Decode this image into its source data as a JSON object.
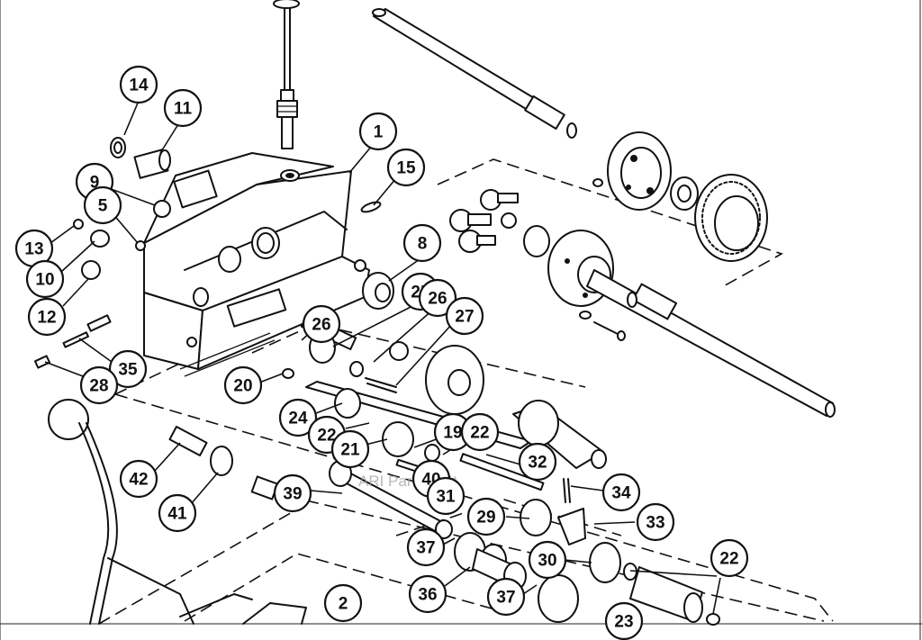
{
  "diagram": {
    "watermark": "ARI PartSmart",
    "border_color": "#111111",
    "callouts": [
      {
        "id": "c14",
        "label": "14"
      },
      {
        "id": "c11",
        "label": "11"
      },
      {
        "id": "c1",
        "label": "1"
      },
      {
        "id": "c15",
        "label": "15"
      },
      {
        "id": "c9",
        "label": "9"
      },
      {
        "id": "c5",
        "label": "5"
      },
      {
        "id": "c13",
        "label": "13"
      },
      {
        "id": "c10",
        "label": "10"
      },
      {
        "id": "c12",
        "label": "12"
      },
      {
        "id": "c8",
        "label": "8"
      },
      {
        "id": "c25",
        "label": "25"
      },
      {
        "id": "c26a",
        "label": "26"
      },
      {
        "id": "c26b",
        "label": "26"
      },
      {
        "id": "c27",
        "label": "27"
      },
      {
        "id": "c35",
        "label": "35"
      },
      {
        "id": "c28",
        "label": "28"
      },
      {
        "id": "c20",
        "label": "20"
      },
      {
        "id": "c24",
        "label": "24"
      },
      {
        "id": "c22a",
        "label": "22"
      },
      {
        "id": "c19",
        "label": "19"
      },
      {
        "id": "c22b",
        "label": "22"
      },
      {
        "id": "c21",
        "label": "21"
      },
      {
        "id": "c32",
        "label": "32"
      },
      {
        "id": "c40",
        "label": "40"
      },
      {
        "id": "c42",
        "label": "42"
      },
      {
        "id": "c39",
        "label": "39"
      },
      {
        "id": "c31",
        "label": "31"
      },
      {
        "id": "c34",
        "label": "34"
      },
      {
        "id": "c41",
        "label": "41"
      },
      {
        "id": "c29",
        "label": "29"
      },
      {
        "id": "c33",
        "label": "33"
      },
      {
        "id": "c37a",
        "label": "37"
      },
      {
        "id": "c30",
        "label": "30"
      },
      {
        "id": "c22c",
        "label": "22"
      },
      {
        "id": "c36",
        "label": "36"
      },
      {
        "id": "c37b",
        "label": "37"
      },
      {
        "id": "c2",
        "label": "2"
      },
      {
        "id": "c23",
        "label": "23"
      }
    ]
  }
}
